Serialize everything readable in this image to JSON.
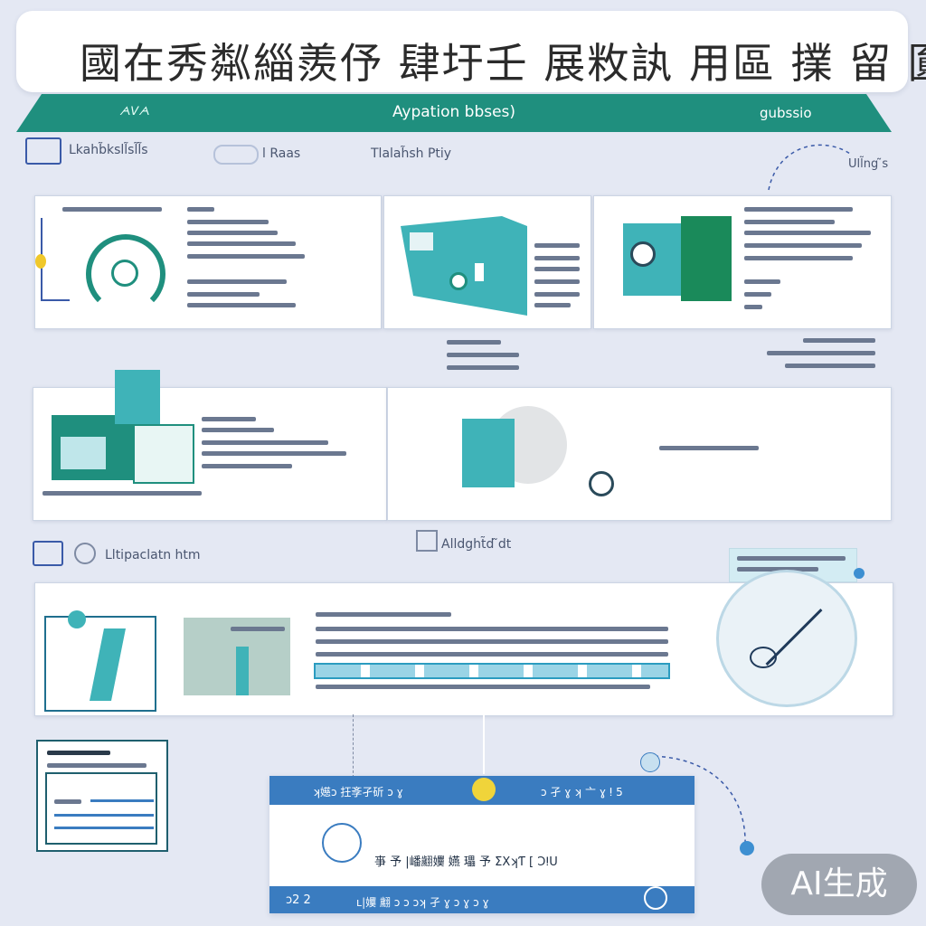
{
  "title": {
    "text": "國在秀粼緇羨伃 肆圩壬 展敉訙 用區 擈 留 圎"
  },
  "banner": {
    "center": "Aypation bbses)",
    "left": "ᗅᐯᗅ",
    "right": "gubssio"
  },
  "section1": {
    "label": "Lkahb̃ksll̃sl̃l̃s",
    "tab1": "l Raas",
    "tab2": "Tlalah̃sh Ptiy",
    "right_label": "Ull̃ng ̃s"
  },
  "section2": {
    "label": "Lltipaclatn htm",
    "tab": "Alldght̃d ̃dt"
  },
  "bottom": {
    "head_left": "ʞ嬨ɔ 抂斈孑斫 ɔ ɣ",
    "head_right": "ɔ 孑 ɣ ʞ 亠 ɣ ⵑ 5",
    "main_text": "亊 予 |嶓翽嬽 嬿 瓃 予 ΣXʞƬ [ ƆⵑU",
    "foot_left": "ɔ2 2",
    "foot_right": "ʟ|嬽 翽 ɔ ɔ ɔʞ 孑 ɣ ɔ ɣ ɔ ɣ"
  },
  "badge": {
    "text": "AI生成"
  },
  "colors": {
    "teal_banner": "#1f8f7e",
    "blue_bar": "#3a7cc0",
    "teal": "#3fb3b8",
    "green": "#1a8a5a"
  }
}
